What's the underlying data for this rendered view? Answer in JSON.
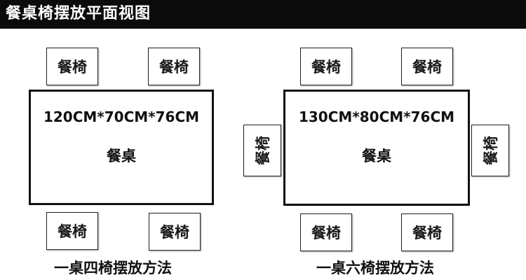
{
  "title": "餐桌椅摆放平面视图",
  "chair_label": "餐椅",
  "layouts": [
    {
      "table_dims": "120CM*70CM*76CM",
      "table_label": "餐桌",
      "caption": "一桌四椅摆放方法"
    },
    {
      "table_dims": "130CM*80CM*76CM",
      "table_label": "餐桌",
      "caption": "一桌六椅摆放方法"
    }
  ],
  "colors": {
    "header_bg": "#0b0b0b",
    "header_text": "#ffffff",
    "outline": "#111111"
  }
}
